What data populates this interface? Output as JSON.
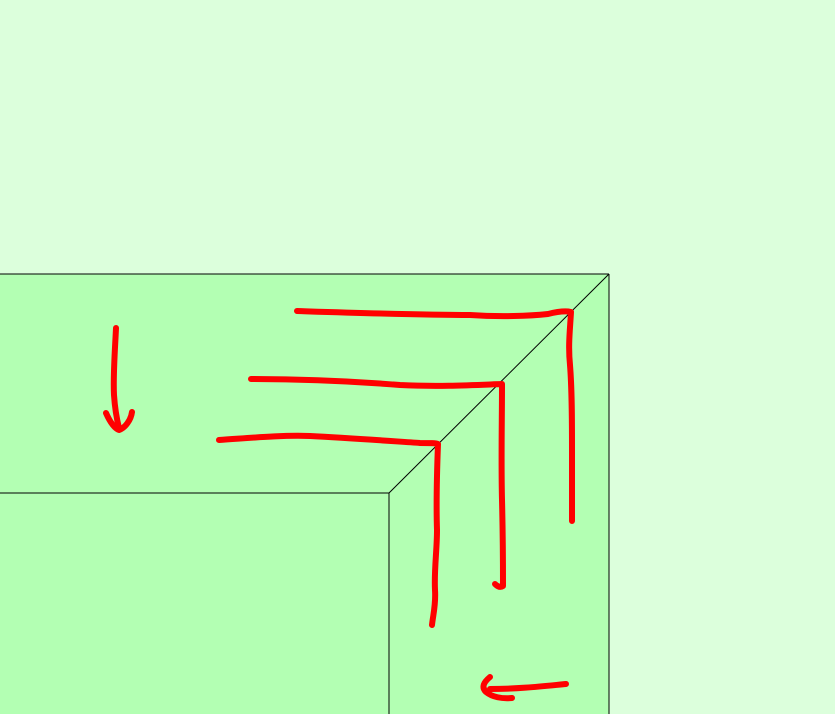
{
  "diagram": {
    "description_free": true,
    "colors": {
      "background": "#dcffdc",
      "frame_fill": "#b3ffb3",
      "frame_stroke": "#000000",
      "stroke_color": "#ff0000"
    },
    "frame_sections": [
      "top-band",
      "right-band",
      "inner-area"
    ],
    "arrow_groups": [
      {
        "name": "down-arrow-left",
        "direction": "down"
      },
      {
        "name": "corner-stroke-outer",
        "direction": "down"
      },
      {
        "name": "corner-stroke-middle",
        "direction": "down"
      },
      {
        "name": "corner-stroke-inner",
        "direction": "down"
      },
      {
        "name": "left-arrow-bottom",
        "direction": "left"
      }
    ]
  }
}
